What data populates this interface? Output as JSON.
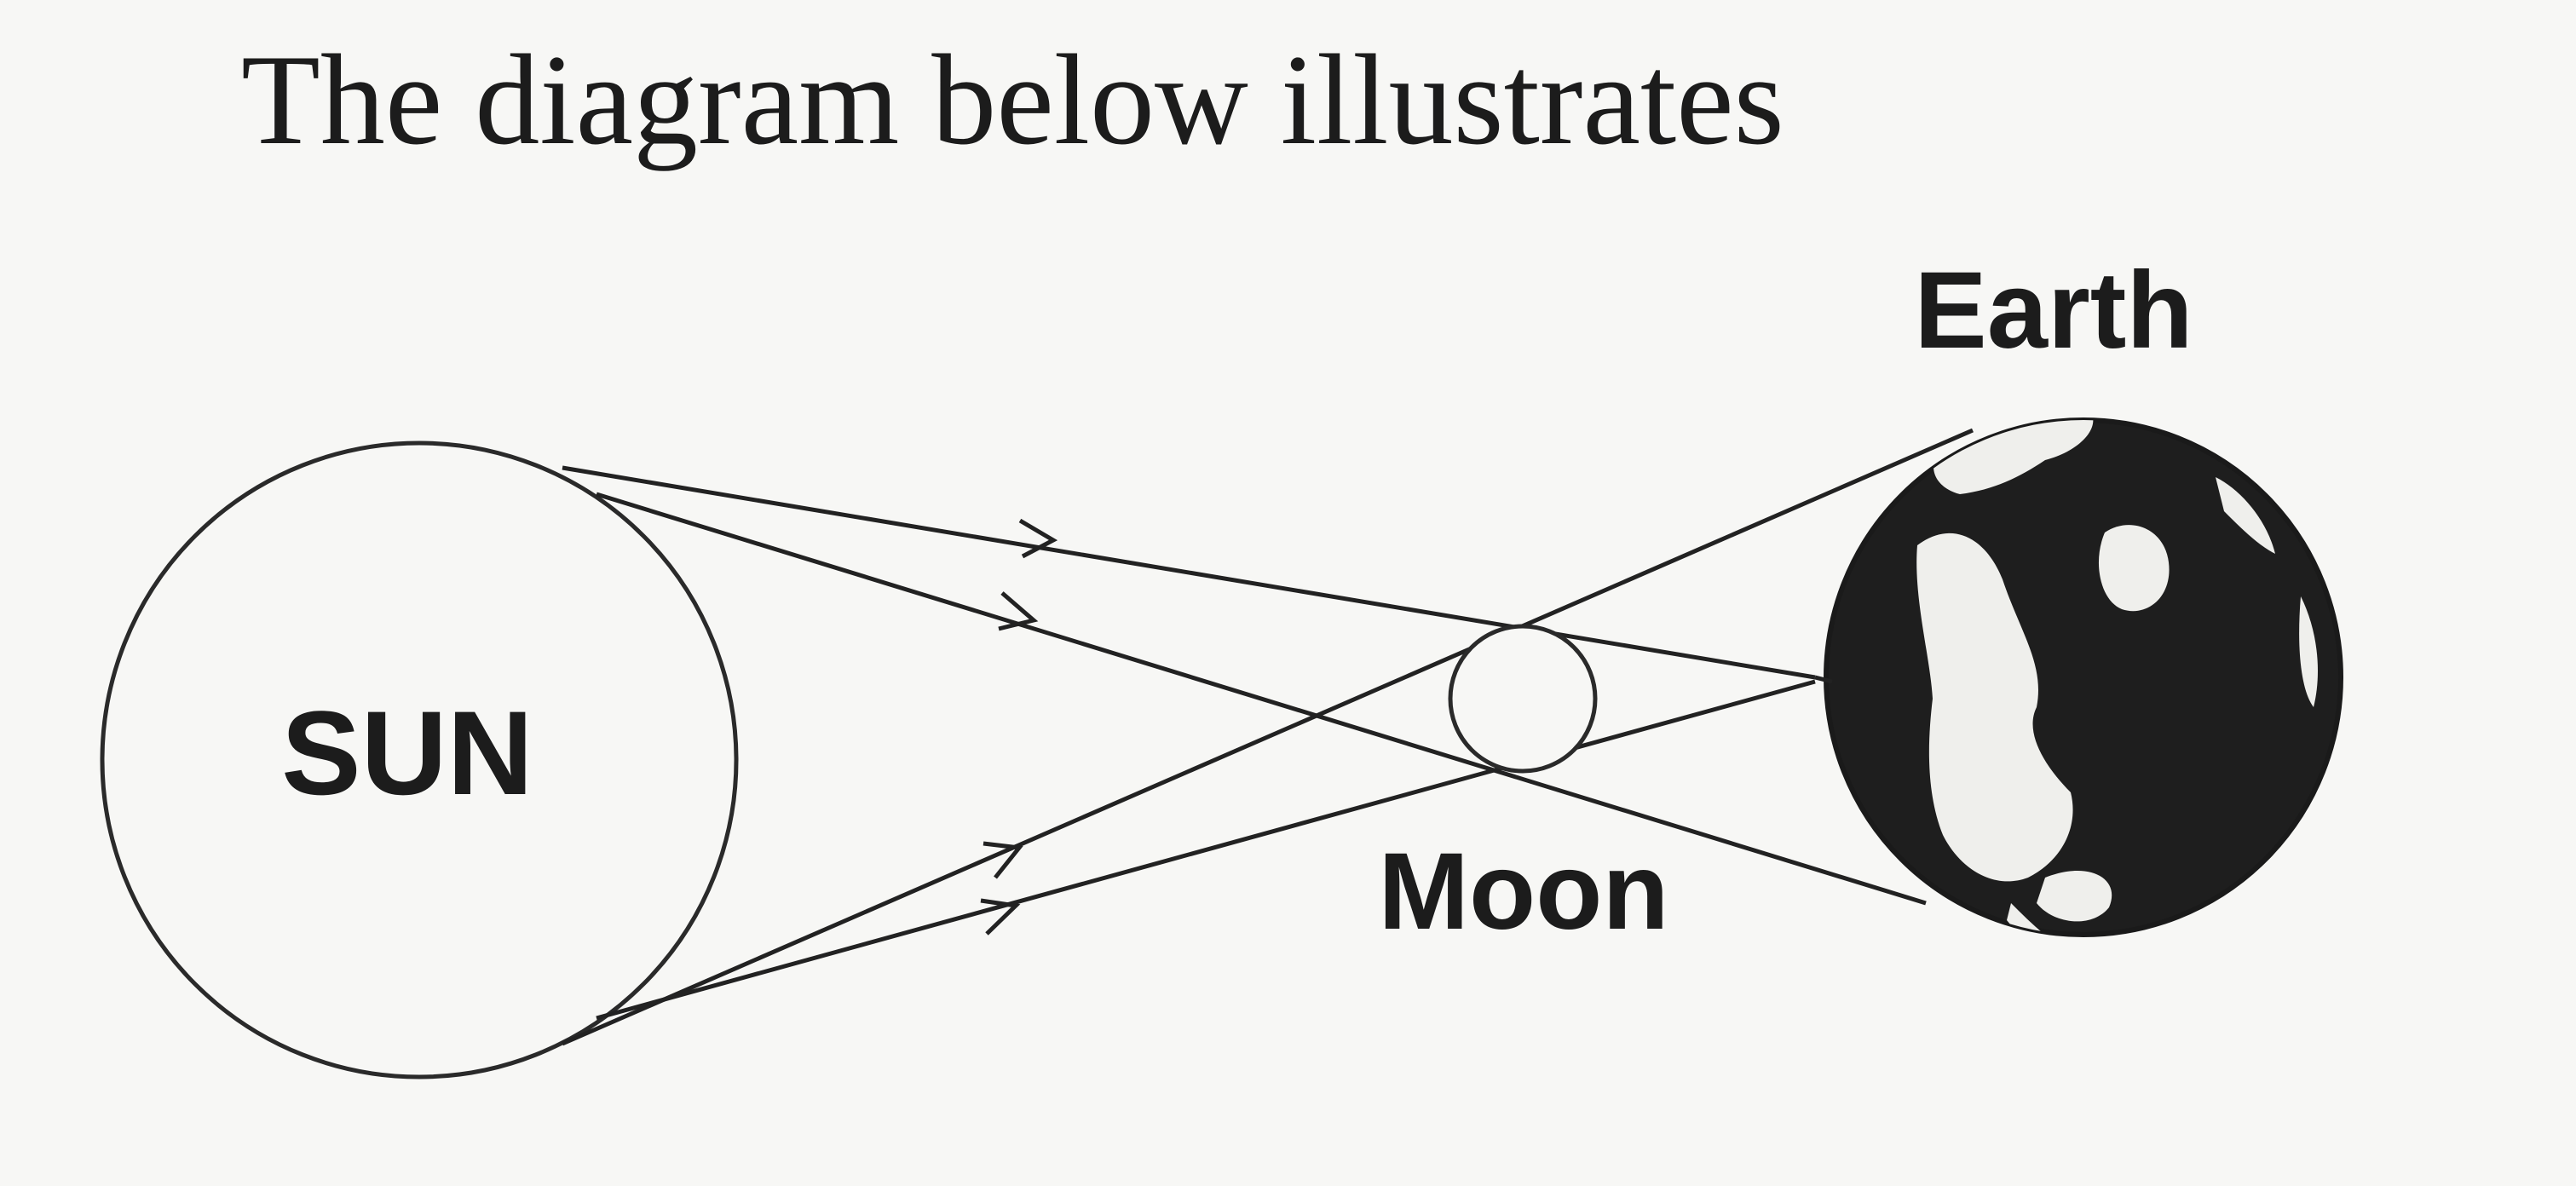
{
  "question": {
    "text": "The diagram below illustrates"
  },
  "diagram": {
    "labels": {
      "sun": "SUN",
      "moon": "Moon",
      "earth": "Earth"
    }
  }
}
